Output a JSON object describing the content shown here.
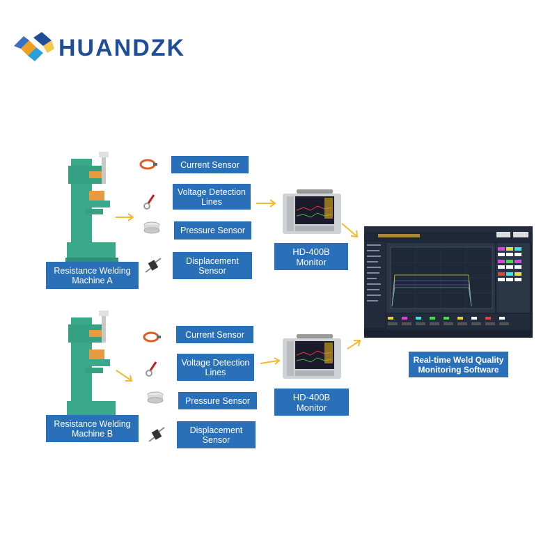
{
  "brand": {
    "name": "HUANDZK"
  },
  "group_a": {
    "machine": "Resistance Welding\nMachine A",
    "sensors": [
      "Current Sensor",
      "Voltage Detection\nLines",
      "Pressure Sensor",
      "Displacement\nSensor"
    ],
    "monitor": "HD-400B\nMonitor"
  },
  "group_b": {
    "machine": "Resistance Welding\nMachine B",
    "sensors": [
      "Current Sensor",
      "Voltage Detection\nLines",
      "Pressure Sensor",
      "Displacement\nSensor"
    ],
    "monitor": "HD-400B\nMonitor"
  },
  "software": {
    "label": "Real-time Weld Quality\nMonitoring Software"
  },
  "colors": {
    "box": "#2a70b9",
    "arrow": "#f5b82e",
    "machine": "#3aa88a",
    "brand": "#1f4e96"
  }
}
